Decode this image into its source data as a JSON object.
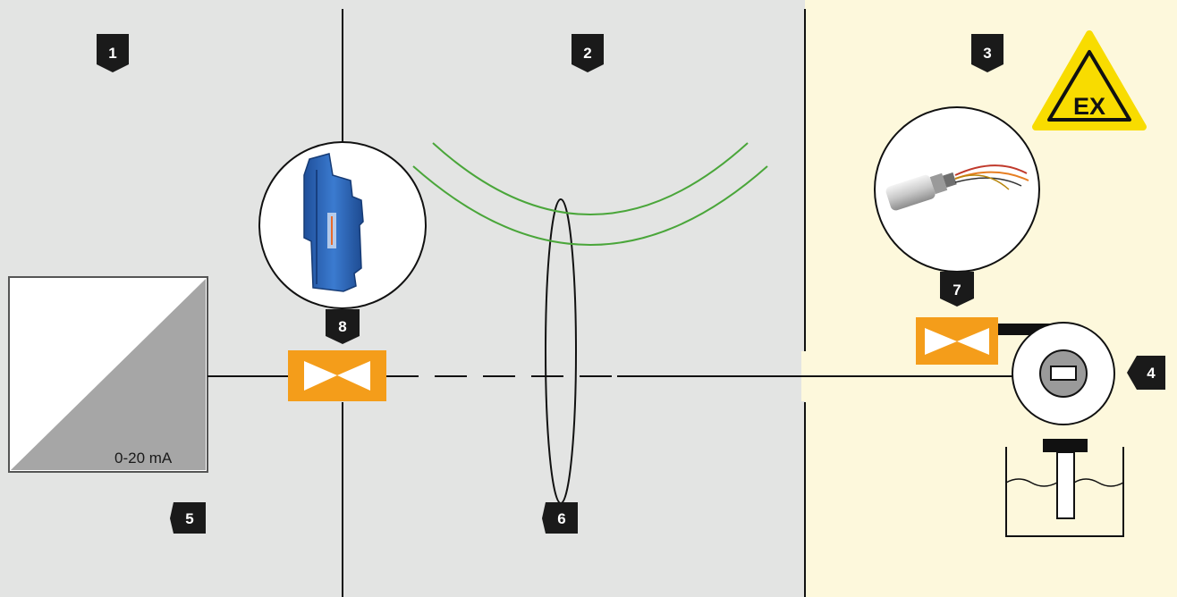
{
  "zones": {
    "zone1_marker": "1",
    "zone2_marker": "2",
    "zone3_marker": "3"
  },
  "components": {
    "transmitter_marker": "4",
    "signal_converter_marker": "5",
    "cable_marker": "6",
    "field_protector_marker": "7",
    "din_rail_protector_marker": "8",
    "signal_label": "0-20 mA"
  },
  "hazard_sign": {
    "label": "EX"
  },
  "colors": {
    "safe_area_bg": "#e3e4e3",
    "hazard_area_bg": "#fdf8dc",
    "surge_protector": "#f49d1a",
    "induction_arcs": "#4aa63a",
    "marker_bg": "#1a1a1a",
    "hazard_yellow": "#f8dc00"
  }
}
